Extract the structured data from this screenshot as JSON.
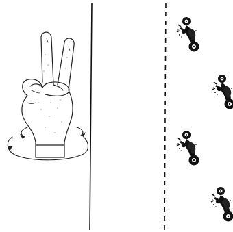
{
  "figure": {
    "background": "#ffffff",
    "ink": "#111111",
    "panels": [
      {
        "name": "gesture-panel",
        "icon": "peace-sign-hand-icon",
        "motion": "wrist-rotation-arrows"
      },
      {
        "name": "motorbike-panel",
        "icon": "motorbike-rider-icon",
        "columns": [
          "left-of-dashed-line",
          "right-lane"
        ],
        "motorbike_count": 4
      }
    ],
    "separators": [
      {
        "name": "solid-divider",
        "style": "solid"
      },
      {
        "name": "dashed-divider",
        "style": "dashed"
      }
    ]
  }
}
